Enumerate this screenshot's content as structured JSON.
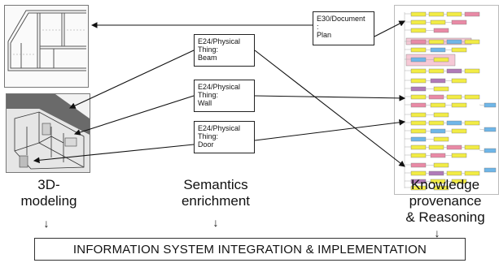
{
  "boxes": {
    "plan": "E30/Document\n:\nPlan",
    "beam": "E24/Physical\nThing:\nBeam",
    "wall": "E24/Physical\nThing:\nWall",
    "door": "E24/Physical\nThing:\nDoor"
  },
  "columns": {
    "left": "3D-\nmodeling",
    "middle": "Semantics\nenrichment",
    "right": "Knowledge\nprovenance\n& Reasoning"
  },
  "arrow_glyph": "↓",
  "banner": "INFORMATION SYSTEM INTEGRATION & IMPLEMENTATION",
  "colors": {
    "node_yellow": "#f2ec45",
    "node_pink": "#e98aa6",
    "node_blue": "#6fb6e8",
    "node_purple": "#b07ab8"
  },
  "icons": {
    "plan_thumbnail": "floor-plan-drawing",
    "model_thumbnail": "3d-building-model",
    "graph_thumbnail": "knowledge-graph"
  }
}
